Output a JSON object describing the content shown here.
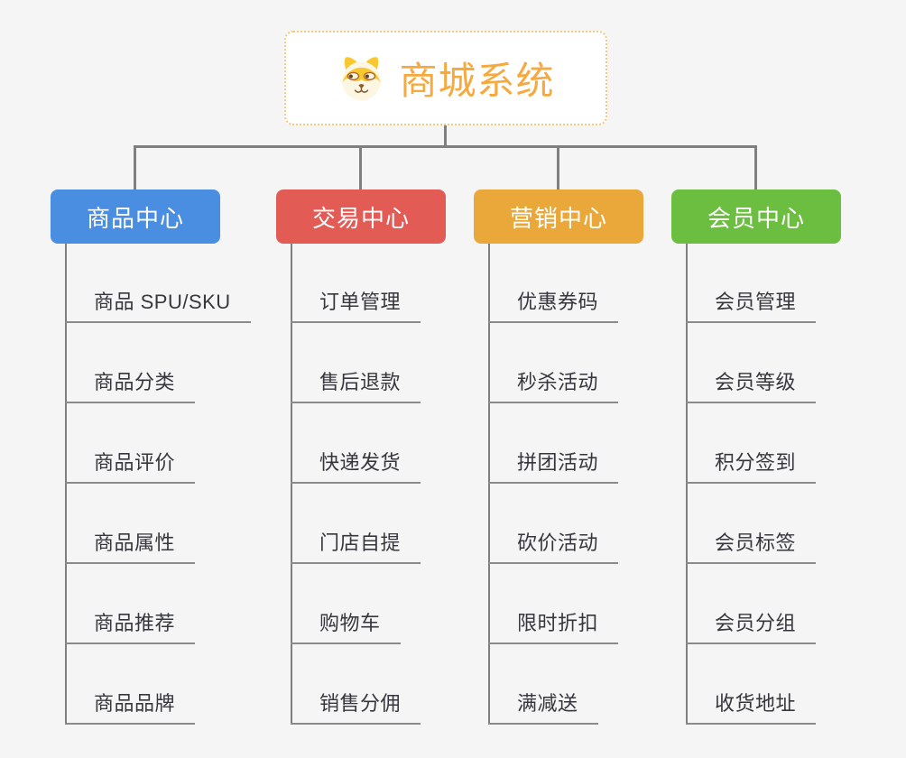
{
  "page": {
    "background": "#f5f5f6"
  },
  "colors": {
    "connector": "#7f7f7f",
    "child_underline": "#8a8a8a",
    "child_text": "#35373c",
    "root_border": "#f7c878",
    "root_text": "#f5a93f"
  },
  "root": {
    "label": "商城系统",
    "icon": "shiba-dog-icon",
    "text_color": "#f5a93f"
  },
  "branches": [
    {
      "label": "商品中心",
      "color": "#4a8ee2",
      "children": [
        "商品 SPU/SKU",
        "商品分类",
        "商品评价",
        "商品属性",
        "商品推荐",
        "商品品牌"
      ]
    },
    {
      "label": "交易中心",
      "color": "#e25b55",
      "children": [
        "订单管理",
        "售后退款",
        "快递发货",
        "门店自提",
        "购物车",
        "销售分佣"
      ]
    },
    {
      "label": "营销中心",
      "color": "#eaa83b",
      "children": [
        "优惠券码",
        "秒杀活动",
        "拼团活动",
        "砍价活动",
        "限时折扣",
        "满减送"
      ]
    },
    {
      "label": "会员中心",
      "color": "#6cbe40",
      "children": [
        "会员管理",
        "会员等级",
        "积分签到",
        "会员标签",
        "会员分组",
        "收货地址"
      ]
    }
  ]
}
